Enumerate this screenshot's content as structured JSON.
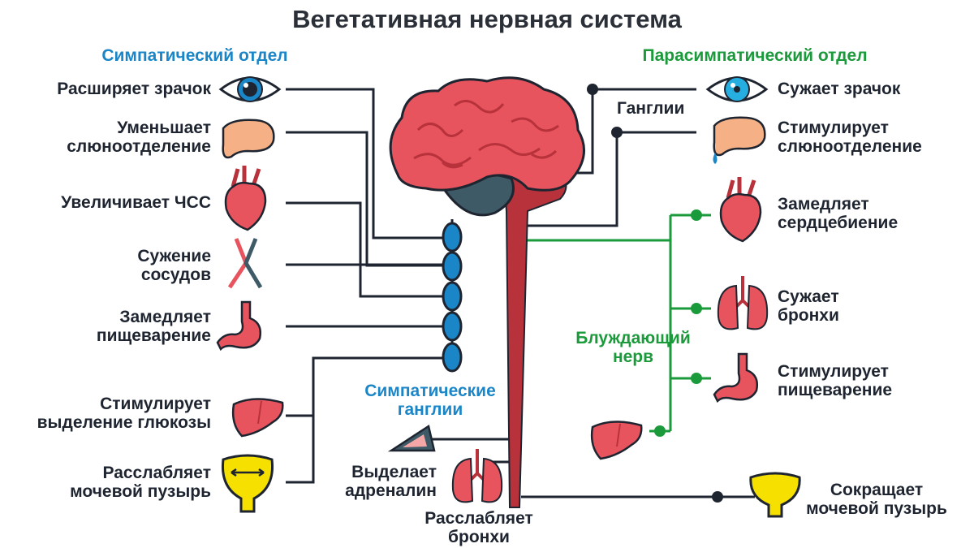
{
  "title": "Вегетативная нервная система",
  "sympathetic": {
    "heading": "Симпатический отдел",
    "effects": [
      "Расширяет зрачок",
      "Уменьшает\nслюноотделение",
      "Увеличивает ЧСС",
      "Сужение\nсосудов",
      "Замедляет\nпищеварение",
      "Стимулирует\nвыделение глюкозы",
      "Расслабляет\nмочевой пузырь"
    ],
    "ganglia_label": "Симпатические\nганглии",
    "adrenal_label": "Выделает\nадреналин",
    "bronchi_label": "Расслабляет\nбронхи"
  },
  "parasympathetic": {
    "heading": "Парасимпатический отдел",
    "ganglia_label": "Ганглии",
    "effects": [
      "Сужает зрачок",
      "Стимулирует\nслюноотделение",
      "Замедляет\nсердцебиение",
      "Сужает\nбронхи",
      "Стимулирует\nпищеварение",
      "Сокращает\nмочевой пузырь"
    ],
    "vagus_label": "Блуждающий\nнерв"
  },
  "colors": {
    "sympathetic": "#1a86c8",
    "parasympathetic": "#1b9a3b",
    "nerve_lines": "#1e2530",
    "organ_red": "#e8545e",
    "spinal_cord": "#b8323b",
    "ganglion": "#1a86c8"
  }
}
